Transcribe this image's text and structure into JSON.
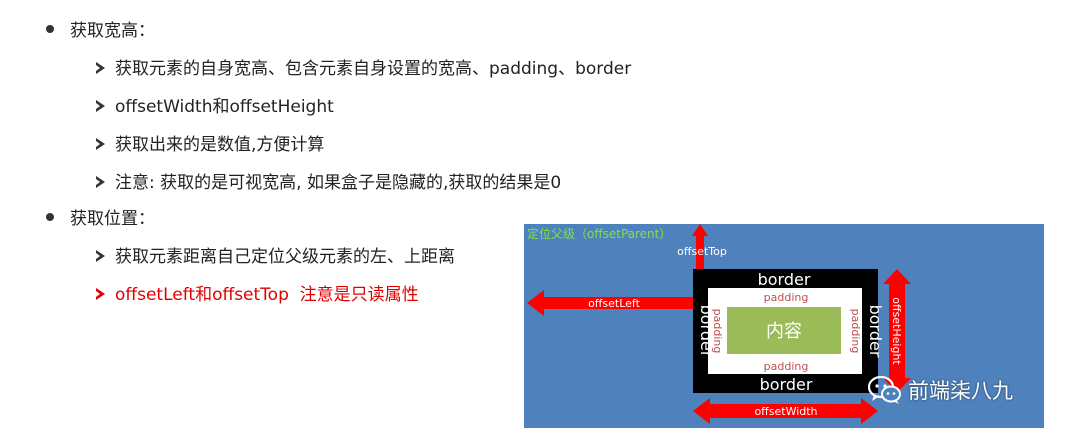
{
  "sections": [
    {
      "heading": "获取宽高：",
      "items": [
        "获取元素的自身宽高、包含元素自身设置的宽高、padding、border",
        "offsetWidth和offsetHeight",
        "获取出来的是数值,方便计算",
        "注意: 获取的是可视宽高, 如果盒子是隐藏的,获取的结果是0"
      ]
    },
    {
      "heading": "获取位置：",
      "items": [
        "获取元素距离自己定位父级元素的左、上距离",
        "offsetLeft和offsetTop  注意是只读属性"
      ]
    }
  ],
  "diagram": {
    "container_label": "定位父级（offsetParent）",
    "offset_top_label": "offsetTop",
    "offset_left_label": "offsetLeft",
    "offset_height_label": "offsetHeight",
    "offset_width_label": "offsetWidth",
    "border_label": "border",
    "padding_label": "padding",
    "content_label": "内容",
    "colors": {
      "background": "#4f81bd",
      "border_box": "#000000",
      "padding_box": "#ffffff",
      "content_box": "#9bbb59",
      "arrow": "#ff0000",
      "container_label": "#7fe04a",
      "padding_text": "#c0504d"
    }
  },
  "watermark": {
    "icon": "wechat-icon",
    "text": "前端柒八九"
  }
}
